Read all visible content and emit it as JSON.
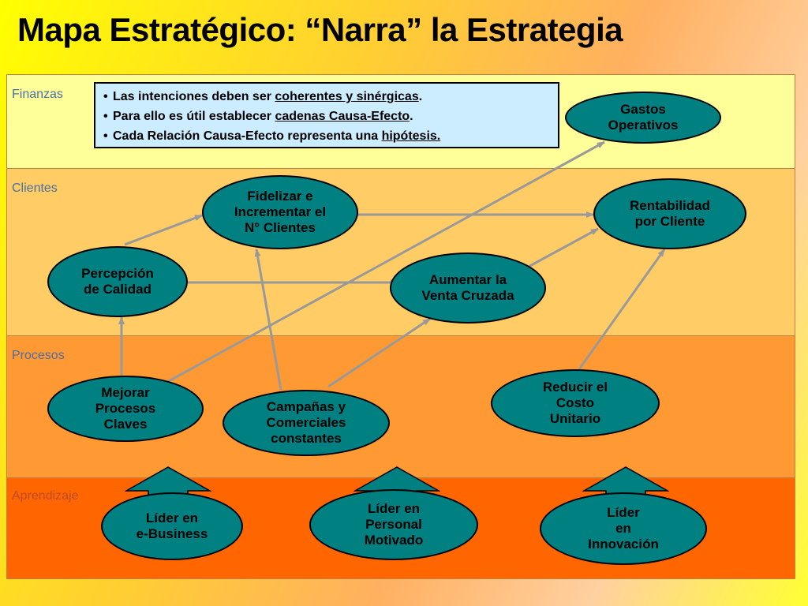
{
  "title": "Mapa Estratégico: “Narra” la Estrategia",
  "bands": {
    "finanzas": "Finanzas",
    "clientes": "Clientes",
    "procesos": "Procesos",
    "aprendizaje": "Aprendizaje"
  },
  "notes": {
    "line1_pre": "Las intenciones deben ser ",
    "line1_link": "coherentes y sinérgicas",
    "line1_post": ".",
    "line2_pre": "Para ello es útil establecer ",
    "line2_link": "cadenas Causa-Efecto",
    "line2_post": ".",
    "line3_pre": "Cada Relación Causa-Efecto representa una ",
    "line3_link": "hipótesis."
  },
  "nodes": {
    "gastos": "Gastos\nOperativos",
    "fidelizar": "Fidelizar e\nIncrementar el\nN° Clientes",
    "rentabilidad": "Rentabilidad\npor Cliente",
    "percepcion": "Percepción\nde Calidad",
    "aumentar": "Aumentar la\nVenta Cruzada",
    "mejorar": "Mejorar\nProcesos\nClaves",
    "campanas": "Campañas y\nComerciales\nconstantes",
    "reducir": "Reducir  el\nCosto\nUnitario",
    "lider_ebusiness": "Líder en\ne-Business",
    "lider_personal": "Líder en\nPersonal\nMotivado",
    "lider_innovacion": "Líder\nen\nInnovación"
  },
  "colors": {
    "node_fill": "#008080",
    "arrow": "#999999",
    "notes_fill": "#ccecff",
    "band_finanzas": "#ffff99",
    "band_clientes": "#ffcc66",
    "band_procesos": "#ff9933",
    "band_aprendizaje": "#ff6600",
    "up_arrow": "#008080"
  }
}
